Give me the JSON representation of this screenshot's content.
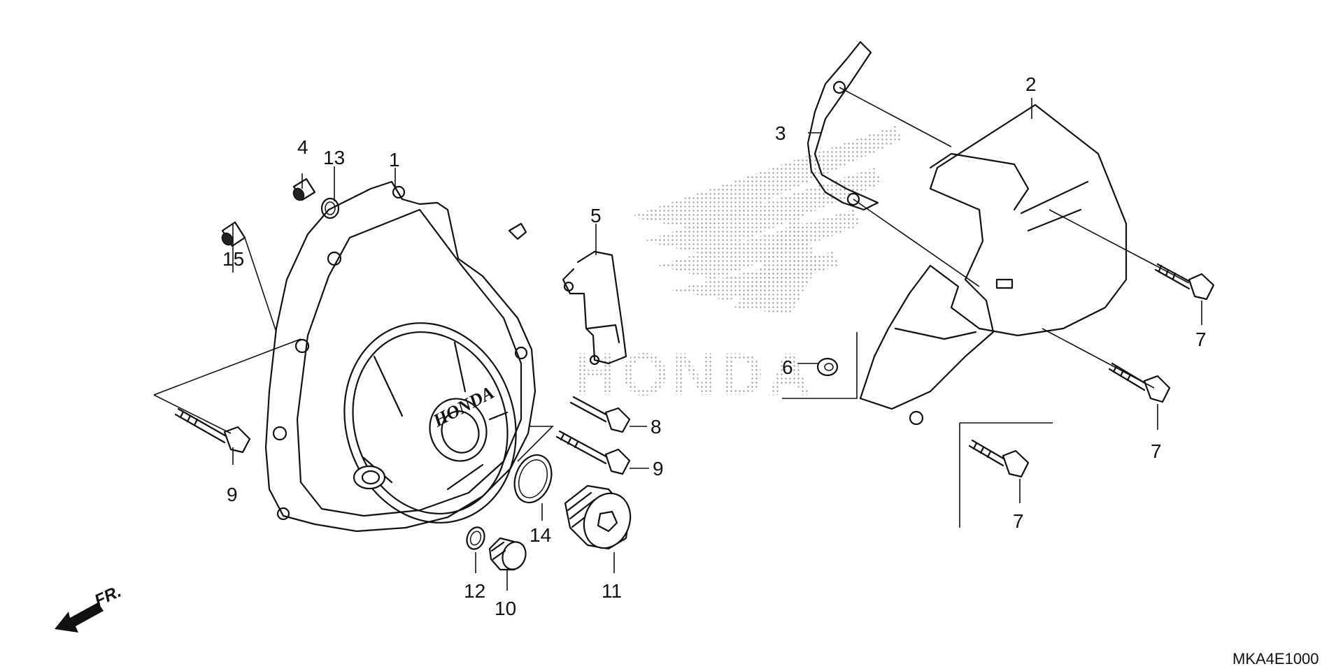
{
  "diagram": {
    "watermark_text": "HONDA",
    "cover_emblem_text": "HONDA",
    "direction_label": "FR.",
    "diagram_code": "MKA4E1000",
    "part_labels": {
      "p1": "1",
      "p2": "2",
      "p3": "3",
      "p4": "4",
      "p5": "5",
      "p6": "6",
      "p7a": "7",
      "p7b": "7",
      "p7c": "7",
      "p8": "8",
      "p9a": "9",
      "p9b": "9",
      "p10": "10",
      "p11": "11",
      "p12": "12",
      "p13": "13",
      "p14": "14",
      "p15": "15"
    },
    "colors": {
      "line": "#111111",
      "background": "#ffffff",
      "watermark": "#bdbdbd"
    }
  }
}
